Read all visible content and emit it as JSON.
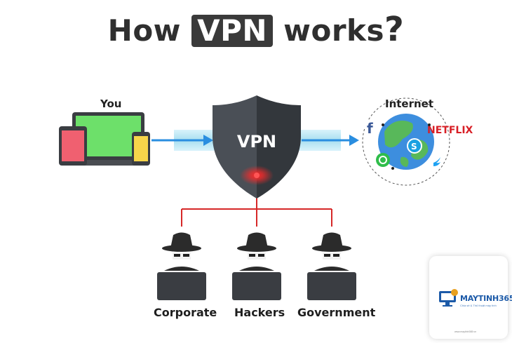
{
  "title": {
    "before": "How",
    "highlight": "VPN",
    "after": "works",
    "question_mark": "?"
  },
  "labels": {
    "you": "You",
    "internet": "Internet",
    "vpn": "VPN",
    "corporate": "Corporate",
    "hackers": "Hackers",
    "government": "Government"
  },
  "internet_services": {
    "netflix": "NETFLIX",
    "facebook": "f"
  },
  "colors": {
    "red_line": "#d62828",
    "arrow_blue": "#2a8ee0",
    "tunnel": "#b9e6f3",
    "shield": "#3b3f45",
    "spy": "#2b2b2b"
  },
  "logo": {
    "brand": "MAYTINH365",
    "tagline": "Chia sẻ & Thủ thuật máy tính",
    "url": "www.maytinh365.vn"
  }
}
